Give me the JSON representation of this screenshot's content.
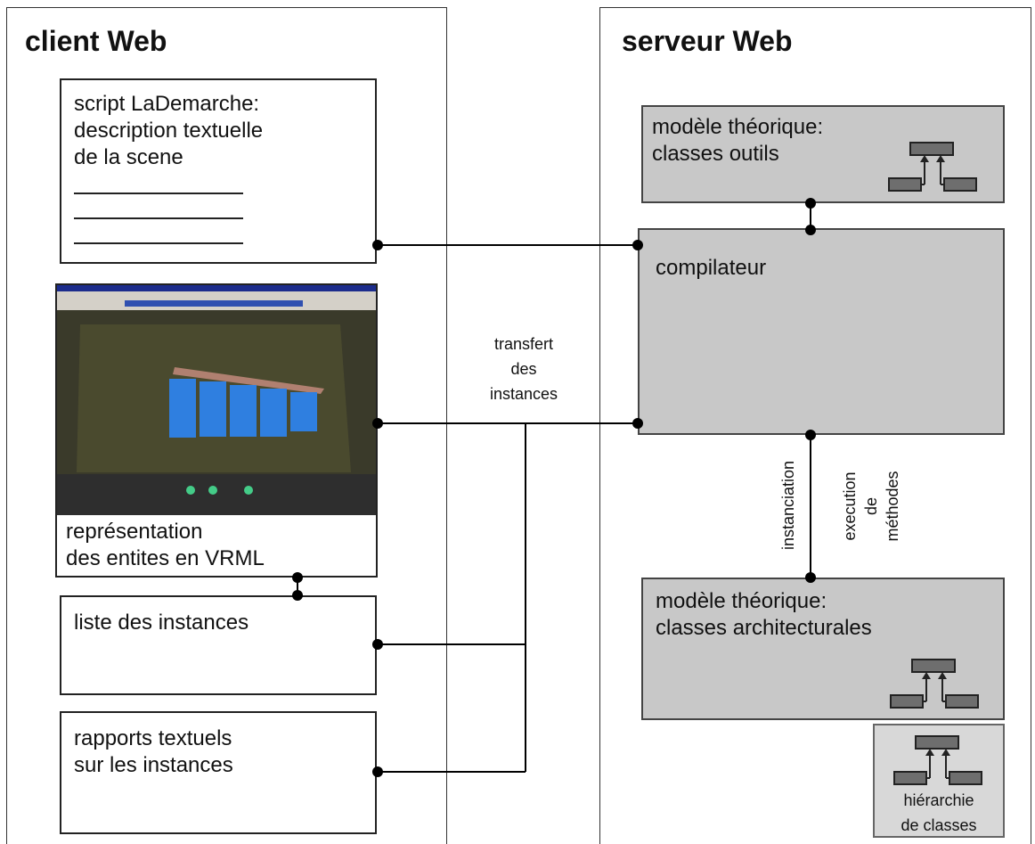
{
  "client": {
    "title": "client  Web",
    "script_box": "script LaDemarche:\ndescription textuelle\nde la scene",
    "vrml_caption": "représentation\ndes entites en VRML",
    "instances_list": "liste des instances",
    "reports_box": "rapports textuels\nsur les instances"
  },
  "server": {
    "title": "serveur  Web",
    "tools_model": "modèle théorique:\nclasses outils",
    "compiler": "compilateur",
    "arch_model": "modèle théorique:\nclasses architecturales",
    "hierarchy": "hiérarchie\nde classes"
  },
  "transfer_label": "transfert\ndes\ninstances",
  "instantiation_label": "instanciation",
  "methods_label": "execution\nde\nméthodes",
  "colors": {
    "grey_box": "#c8c8c8",
    "class_icon": "#6e6e6e",
    "scene_background": "#4a4a2e",
    "scene_bars": "#2f7fe0"
  }
}
